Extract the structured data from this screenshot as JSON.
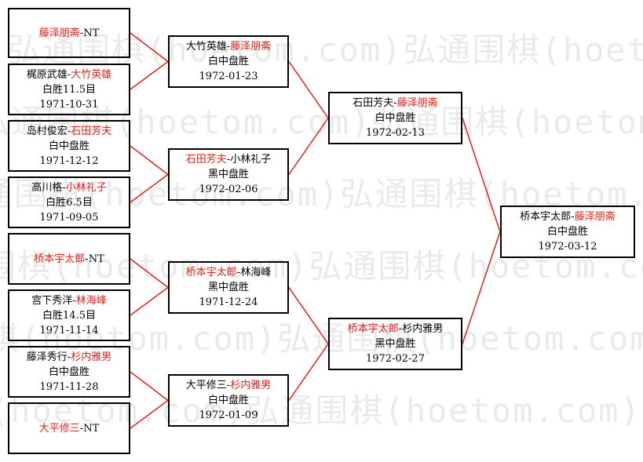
{
  "watermark": "弘通围棋(hoetom.com)",
  "colors": {
    "winner": "#e0201a",
    "lines": "#e0201a",
    "text": "#000000"
  },
  "round1": [
    {
      "a": "藤泽朋斋",
      "b": "NT",
      "result": "",
      "date": "",
      "winner": "a"
    },
    {
      "a": "梶原武雄",
      "b": "大竹英雄",
      "result": "白胜11.5目",
      "date": "1971-10-31",
      "winner": "b"
    },
    {
      "a": "岛村俊宏",
      "b": "石田芳夫",
      "result": "白中盘胜",
      "date": "1971-12-12",
      "winner": "b"
    },
    {
      "a": "高川格",
      "b": "小林礼子",
      "result": "白胜6.5目",
      "date": "1971-09-05",
      "winner": "b"
    },
    {
      "a": "桥本宇太郎",
      "b": "NT",
      "result": "",
      "date": "",
      "winner": "a"
    },
    {
      "a": "宫下秀洋",
      "b": "林海峰",
      "result": "白胜14.5目",
      "date": "1971-11-14",
      "winner": "b"
    },
    {
      "a": "藤泽秀行",
      "b": "杉内雅男",
      "result": "白中盘胜",
      "date": "1971-11-28",
      "winner": "b"
    },
    {
      "a": "大平修三",
      "b": "NT",
      "result": "",
      "date": "",
      "winner": "a"
    }
  ],
  "round2": [
    {
      "a": "大竹英雄",
      "b": "藤泽朋斋",
      "result": "白中盘胜",
      "date": "1972-01-23",
      "winner": "b"
    },
    {
      "a": "石田芳夫",
      "b": "小林礼子",
      "result": "黑中盘胜",
      "date": "1972-02-06",
      "winner": "a"
    },
    {
      "a": "桥本宇太郎",
      "b": "林海峰",
      "result": "黑中盘胜",
      "date": "1971-12-24",
      "winner": "a"
    },
    {
      "a": "大平修三",
      "b": "杉内雅男",
      "result": "白中盘胜",
      "date": "1972-01-09",
      "winner": "b"
    }
  ],
  "round3": [
    {
      "a": "石田芳夫",
      "b": "藤泽朋斋",
      "result": "白中盘胜",
      "date": "1972-02-13",
      "winner": "b"
    },
    {
      "a": "桥本宇太郎",
      "b": "杉内雅男",
      "result": "黑中盘胜",
      "date": "1972-02-27",
      "winner": "a"
    }
  ],
  "final": [
    {
      "a": "桥本宇太郎",
      "b": "藤泽朋斋",
      "result": "白中盘胜",
      "date": "1972-03-12",
      "winner": "b"
    }
  ]
}
